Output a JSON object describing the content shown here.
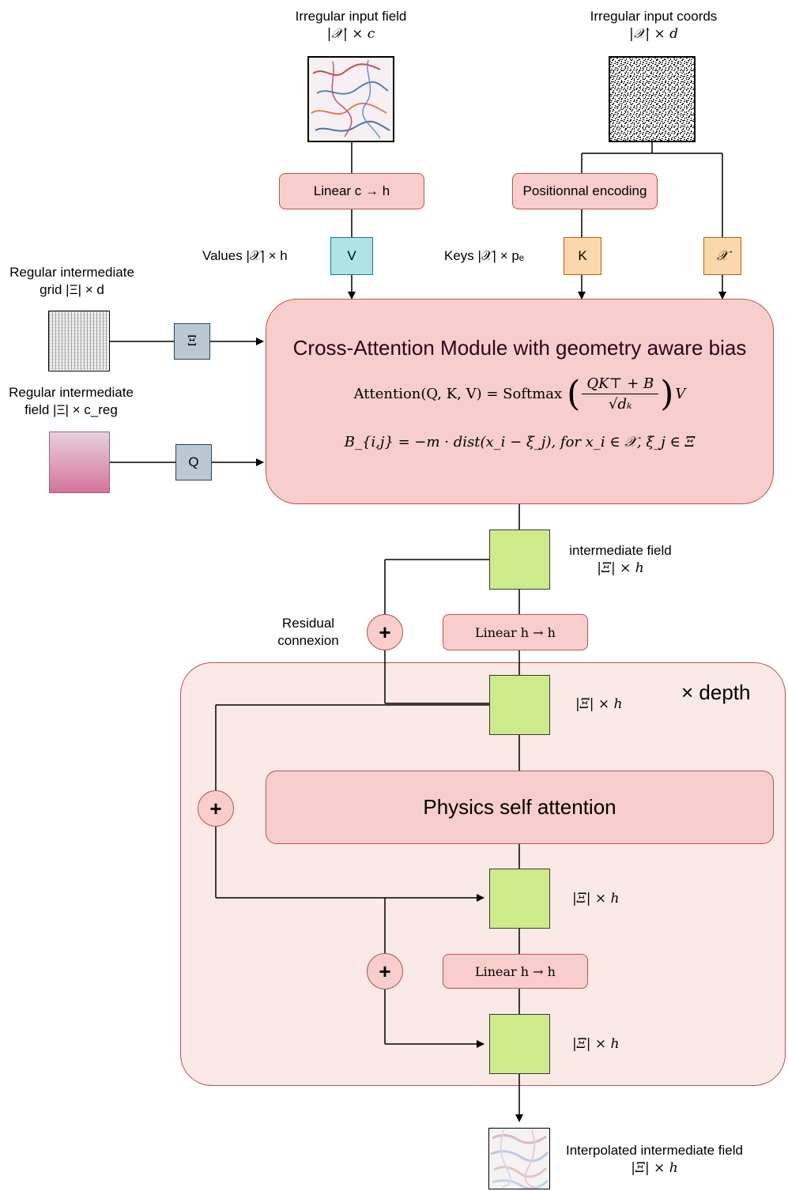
{
  "colors": {
    "pink_fill": "#f8cecc",
    "pink_stroke": "#b85450",
    "depth_fill": "#fbe9e8",
    "green_fill": "#cdeb8b",
    "cyan_fill": "#b0e3e6",
    "cyan_stroke": "#0e8088",
    "orange_fill": "#fad7ac",
    "orange_stroke": "#b46504",
    "slate_fill": "#bac8d3",
    "slate_stroke": "#23445d",
    "title_text": "#33001a"
  },
  "inputs": {
    "field_title": "Irregular input field",
    "field_dims": "|𝒳| × c",
    "coords_title": "Irregular input coords",
    "coords_dims": "|𝒳| × d",
    "grid_title": "Regular intermediate",
    "grid_title2": "grid |Ξ| × d",
    "regfield_title": "Regular intermediate",
    "regfield_title2": "field |Ξ| × c_reg"
  },
  "blocks": {
    "linear_c_h": "Linear c → h",
    "pos_enc": "Positionnal encoding",
    "values_label": "Values |𝒳| × h",
    "keys_label": "Keys |𝒳| × pₑ",
    "tag_v": "V",
    "tag_k": "K",
    "tag_x": "𝒳",
    "tag_xi": "Ξ",
    "tag_q": "Q"
  },
  "cross_attention": {
    "title": "Cross-Attention Module with geometry aware bias",
    "eq1_left": "Attention(Q, K, V) = Softmax",
    "eq1_num": "QK⊤ + B",
    "eq1_den": "√dₖ",
    "eq1_right": "V",
    "eq2": "B_{i,j} = −m · dist(x_i − ξ_j),  for x_i ∈ 𝒳, ξ_j ∈ Ξ"
  },
  "processor": {
    "intermediate_label": "intermediate field",
    "intermediate_dims": "|Ξ| × h",
    "linear_h_h": "Linear h → h",
    "residual_label1": "Residual",
    "residual_label2": "connexion",
    "plus": "+",
    "depth_label": "× depth",
    "dims_a": "|Ξ| × h",
    "self_attention": "Physics self attention",
    "dims_b": "|Ξ| × h",
    "linear_h_h_2": "Linear h → h",
    "dims_c": "|Ξ| × h"
  },
  "output": {
    "title": "Interpolated intermediate field",
    "dims": "|Ξ| × h"
  }
}
